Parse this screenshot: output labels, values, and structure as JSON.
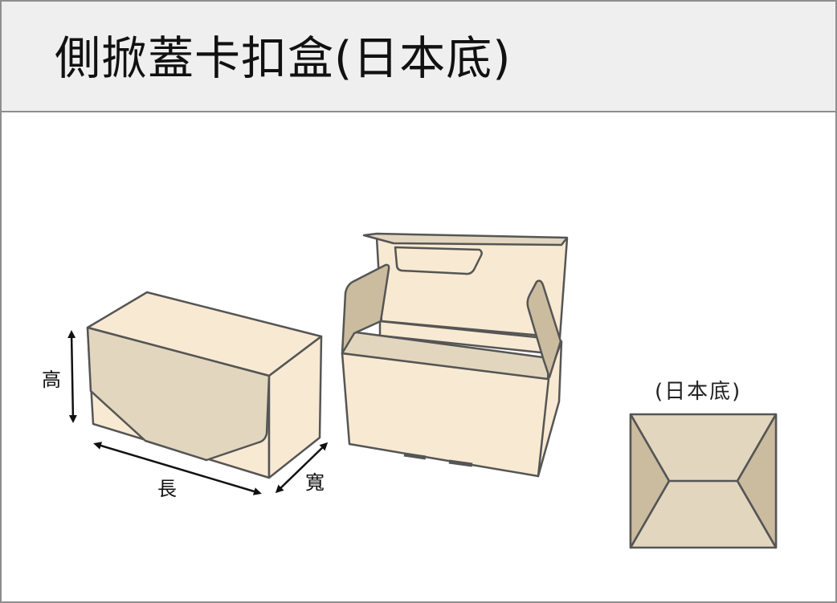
{
  "header": {
    "title": "側掀蓋卡扣盒(日本底)"
  },
  "closed_box": {
    "dimension_labels": {
      "height": "高",
      "length": "長",
      "width": "寬"
    }
  },
  "open_box": {},
  "bottom_view": {
    "caption": "(日本底)"
  },
  "colors": {
    "header_bg": "#efefef",
    "border": "#8e8e8e",
    "box_light": "#f8e9d2",
    "box_mid": "#e2d6bf",
    "box_dark": "#cbbc9f",
    "stroke": "#555555",
    "arrow": "#111111"
  }
}
